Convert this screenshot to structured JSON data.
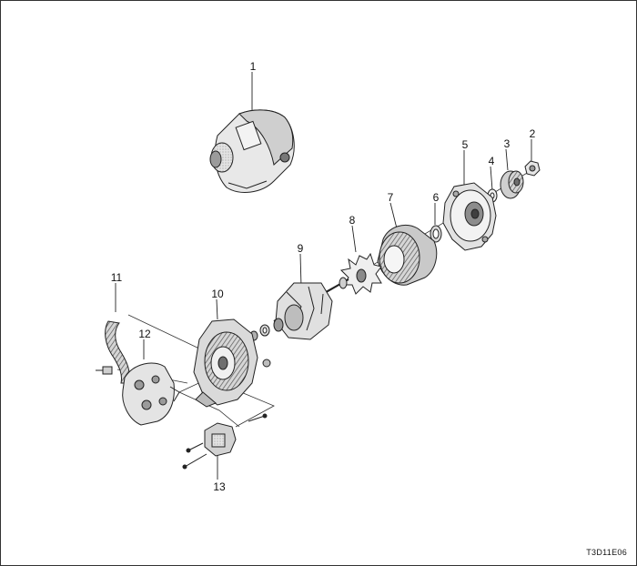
{
  "figure_code": "T3D11E06",
  "callouts": [
    "1",
    "2",
    "3",
    "4",
    "5",
    "6",
    "7",
    "8",
    "9",
    "10",
    "11",
    "12",
    "13"
  ],
  "colors": {
    "line": "#222222",
    "fill_light": "#ececec",
    "fill_mid": "#bdbdbd",
    "fill_dark": "#7a7a7a",
    "frame": "#333333"
  }
}
